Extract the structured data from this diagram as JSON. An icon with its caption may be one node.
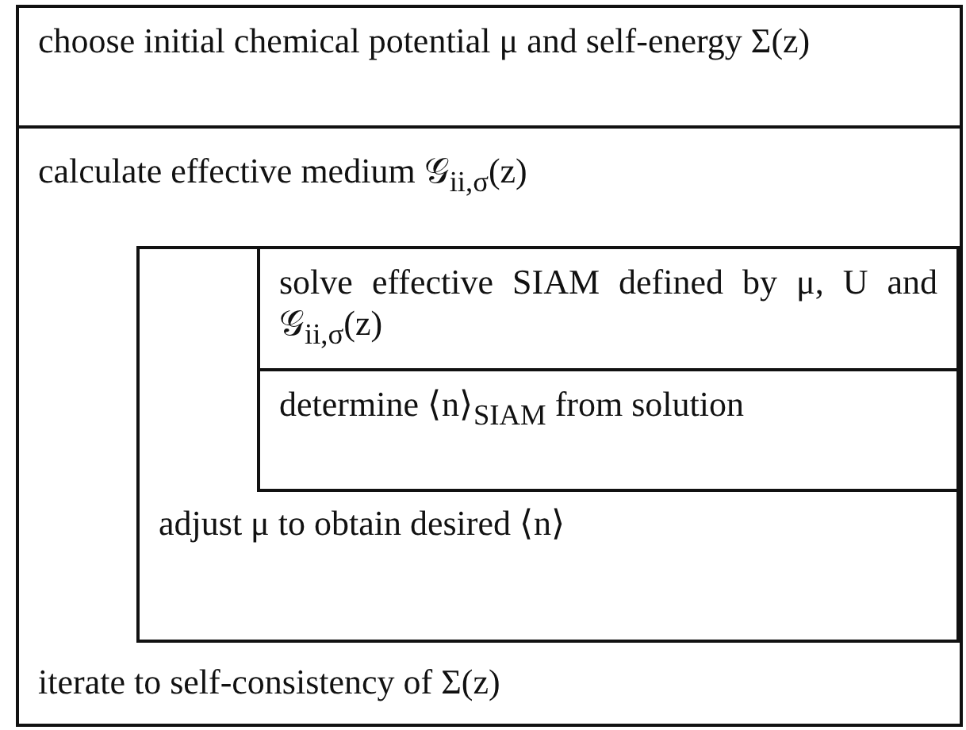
{
  "diagram": {
    "nodes": [
      {
        "text": [
          "choose initial chemical potential μ and self-energy Σ(z)"
        ]
      },
      {
        "text": [
          "iterate to self-consistency of Σ(z)"
        ]
      },
      {
        "text": [
          "calculate effective medium 𝒢$_{ii,σ}$(z)"
        ],
        "in": 1
      },
      {
        "text": [
          "adjust μ to obtain desired ⟨n⟩"
        ],
        "in": 1
      },
      {
        "text": [
          "solve effective SIAM defined by μ, U and 𝒢$_{ii,σ}$(z)"
        ],
        "in": 3
      },
      {
        "text": [
          "determine ⟨n⟩$_{SIAM}$ from solution"
        ],
        "in": 3
      }
    ]
  }
}
